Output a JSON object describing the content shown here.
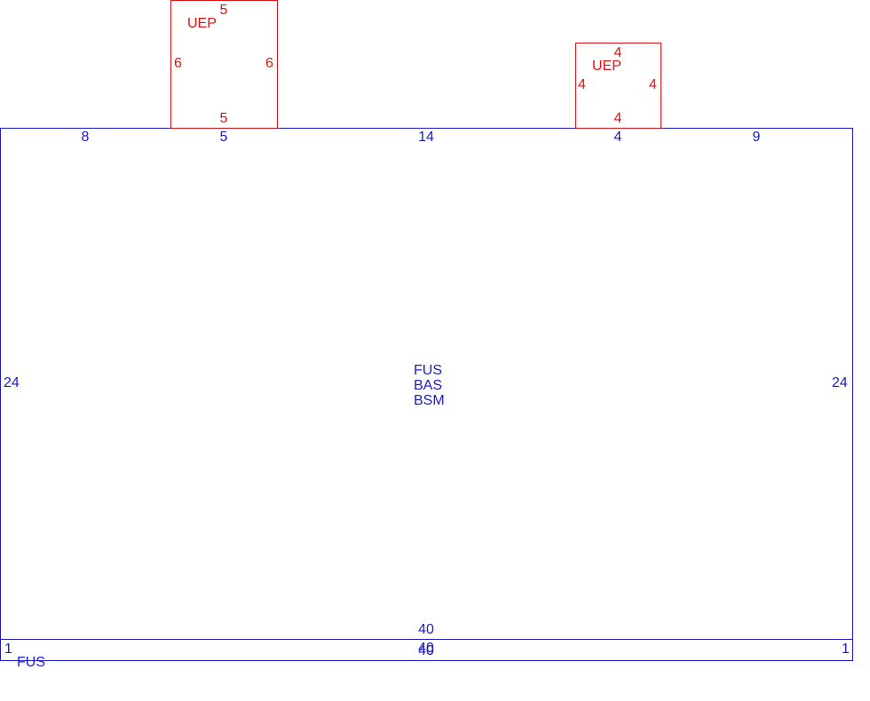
{
  "main_room": {
    "top_segments": [
      "8",
      "5",
      "14",
      "4",
      "9"
    ],
    "left": "24",
    "right": "24",
    "bottom": "40",
    "labels": [
      "FUS",
      "BAS",
      "BSM"
    ]
  },
  "strip": {
    "top": "40",
    "bottom": "40",
    "left": "1",
    "right": "1",
    "label": "FUS"
  },
  "bay_left": {
    "label": "UEP",
    "top": "5",
    "bottom": "5",
    "left": "6",
    "right": "6"
  },
  "bay_right": {
    "label": "UEP",
    "top": "4",
    "bottom": "4",
    "left": "4",
    "right": "4"
  },
  "colors": {
    "main": "#1a1acc",
    "bay": "#dd1111"
  }
}
